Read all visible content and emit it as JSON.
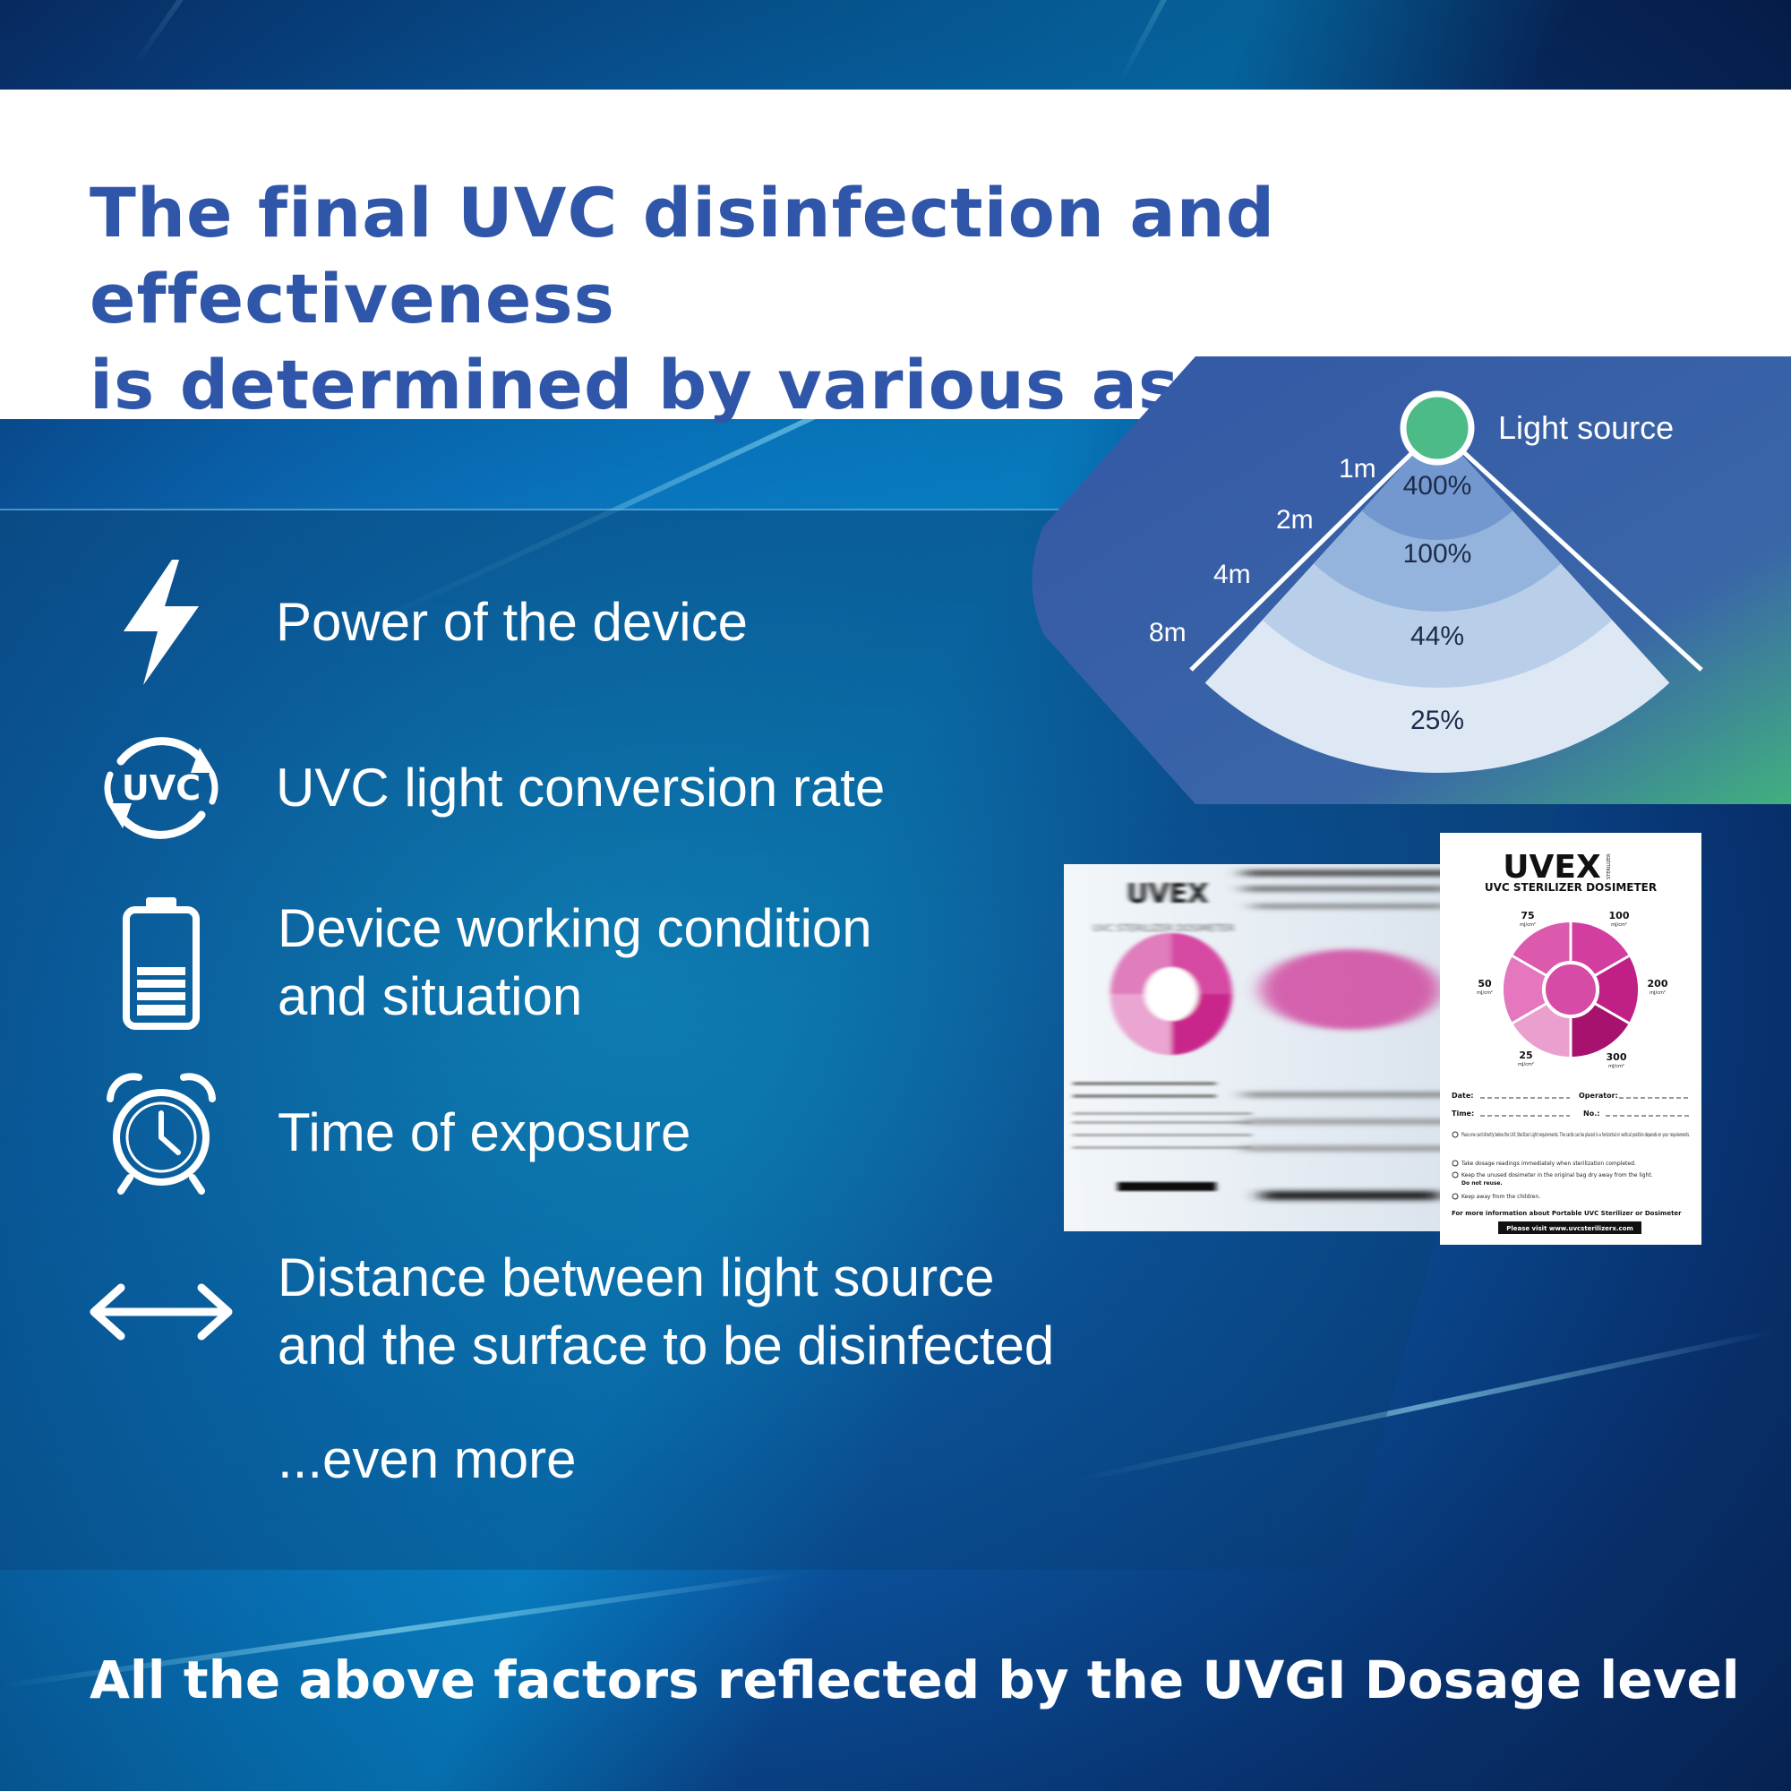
{
  "header": {
    "title_line1": "The final UVC disinfection and effectiveness",
    "title_line2": "is determined by various aspects:"
  },
  "factors": [
    {
      "icon": "lightning-icon",
      "lines": [
        "Power of the device"
      ]
    },
    {
      "icon": "uvc-cycle-icon",
      "icon_text": "UVC",
      "lines": [
        "UVC light conversion rate"
      ]
    },
    {
      "icon": "battery-icon",
      "lines": [
        "Device working condition",
        "and situation"
      ]
    },
    {
      "icon": "alarm-clock-icon",
      "lines": [
        "Time of exposure"
      ]
    },
    {
      "icon": "double-arrow-icon",
      "lines": [
        "Distance between light source",
        "and the surface to be disinfected"
      ]
    }
  ],
  "more_text": "...even more",
  "diagram": {
    "light_source_label": "Light source",
    "distances": [
      "1m",
      "2m",
      "4m",
      "8m"
    ],
    "percentages": [
      "400%",
      "100%",
      "44%",
      "25%"
    ],
    "colors": {
      "panel": "#3457a5",
      "accent": "#41b07f",
      "light_source": "#4dbb88"
    }
  },
  "dosimeter_card": {
    "brand": "UVEX",
    "brand_side": "STERILIZER",
    "title": "UVC STERILIZER DOSIMETER",
    "scale": [
      {
        "value": "75",
        "unit": "mJ/cm²"
      },
      {
        "value": "100",
        "unit": "mJ/cm²"
      },
      {
        "value": "200",
        "unit": "mJ/cm²"
      },
      {
        "value": "300",
        "unit": "mJ/cm²"
      },
      {
        "value": "25",
        "unit": "mJ/cm²"
      },
      {
        "value": "50",
        "unit": "mJ/cm²"
      }
    ],
    "date_label": "Date:",
    "operator_label": "Operator:",
    "time_label": "Time:",
    "no_label": "No.:",
    "instructions": [
      "Place one card directly below the UVC Sterilizer Light requirements. The cards can be placed in a horizontal or vertical position depends on your requirements.",
      "Take dosage readings immediately when sterilization completed.",
      "Keep the unused dosimeter in the original bag dry away from the light.",
      "Keep away from the children."
    ],
    "do_not_reuse": "Do not reuse.",
    "more_info": "For more information about Portable UVC Sterilizer or Dosimeter",
    "visit": "Please visit www.uvcsterilizerx.com"
  },
  "footer": {
    "text": "All the above factors reflected by the UVGI Dosage level"
  }
}
